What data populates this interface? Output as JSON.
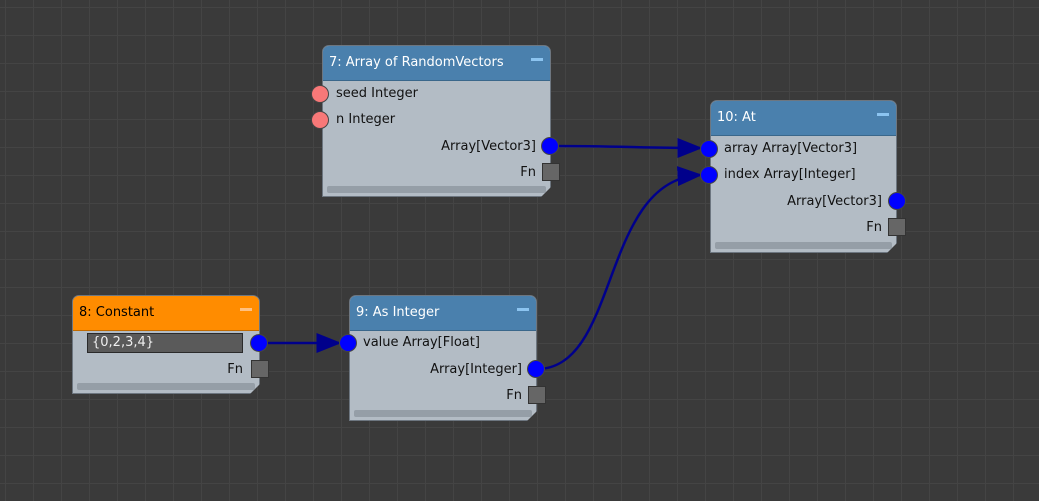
{
  "nodes": {
    "random": {
      "title": "7: Array of RandomVectors",
      "inputs": [
        "seed Integer",
        "n Integer"
      ],
      "output": "Array[Vector3]",
      "fn": "Fn"
    },
    "at": {
      "title": "10: At",
      "inputs": [
        "array Array[Vector3]",
        "index Array[Integer]"
      ],
      "output": "Array[Vector3]",
      "fn": "Fn"
    },
    "constant": {
      "title": "8: Constant",
      "value": "{0,2,3,4}",
      "fn": "Fn"
    },
    "asint": {
      "title": "9: As Integer",
      "inputs": [
        "value Array[Float]"
      ],
      "output": "Array[Integer]",
      "fn": "Fn"
    }
  },
  "colors": {
    "header": "#4a80ad",
    "constant_header": "#ff8c00",
    "port": "#0000ff",
    "required_port": "#f87878",
    "wire": "#00008b"
  }
}
